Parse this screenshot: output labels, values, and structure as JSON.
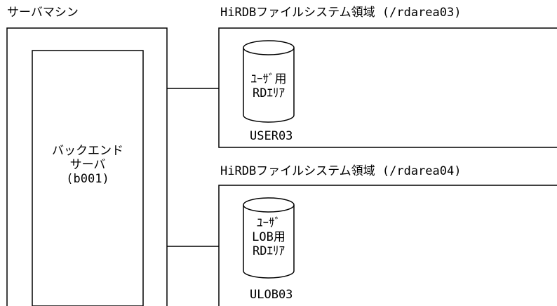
{
  "server_machine": {
    "title": "サーバマシン",
    "backend_server": {
      "line1": "バックエンド",
      "line2": "サーバ",
      "line3": "(b001)"
    }
  },
  "fs_area_1": {
    "title": "HiRDBファイルシステム領域 (/rdarea03)",
    "cylinder": {
      "line1": "ﾕｰｻﾞ用",
      "line2": "RDｴﾘｱ"
    },
    "name": "USER03"
  },
  "fs_area_2": {
    "title": "HiRDBファイルシステム領域 (/rdarea04)",
    "cylinder": {
      "line1": "ﾕｰｻﾞ",
      "line2": "LOB用",
      "line3": "RDｴﾘｱ"
    },
    "name": "ULOB03"
  }
}
